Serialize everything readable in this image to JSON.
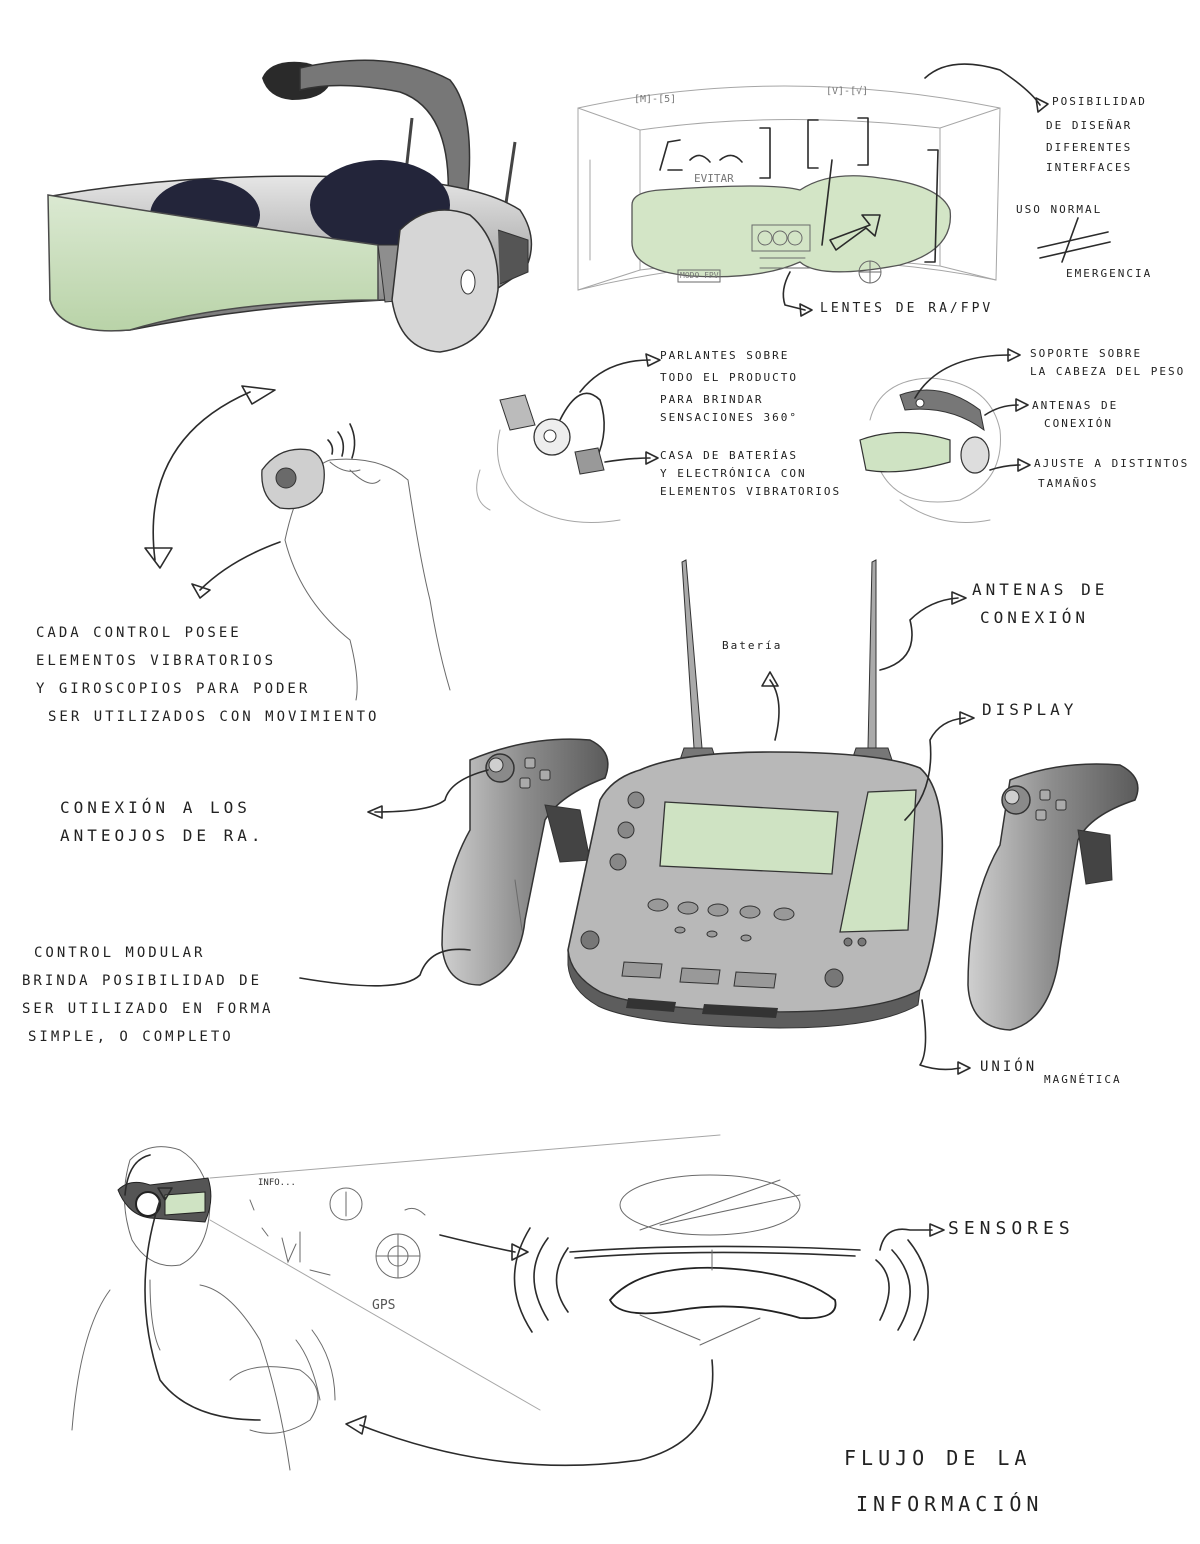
{
  "colors": {
    "ink": "#2b2b2b",
    "lens_green": "#cfe3c3",
    "shell_gray": "#9b9b9b",
    "dark_pad": "#24263a",
    "paper": "#ffffff"
  },
  "icons": [
    "vr-headset",
    "hud-interface",
    "handheld-controller",
    "base-station",
    "user-figure",
    "drone"
  ],
  "hud": {
    "top_left": "[M]-[5]",
    "top_right": "[V]-[√]",
    "evitar": "EVITAR",
    "mode": "MODO FPV"
  },
  "annotations": {
    "interfaces": [
      "Posibilidad",
      "de diseñar",
      "diferentes",
      "interfaces"
    ],
    "uso_normal": "Uso normal",
    "emergencia": "emergencia",
    "lentes": "Lentes de RA/FPV",
    "parlantes": [
      "Parlantes sobre",
      "todo el producto",
      "para brindar",
      "sensaciones 360°"
    ],
    "casa": [
      "Casa de baterías",
      "y electrónica con",
      "elementos vibratorios"
    ],
    "soporte": [
      "Soporte sobre",
      "la cabeza del peso"
    ],
    "antenas_head": [
      "Antenas de",
      "conexión"
    ],
    "ajuste": [
      "Ajuste a distintos",
      "tamaños"
    ],
    "cada_control": [
      "Cada control posee",
      "elementos vibratorios",
      "y giroscopios para poder",
      "ser utilizados con movimiento"
    ],
    "bateria": "Batería",
    "antenas_base": [
      "Antenas de",
      "conexión"
    ],
    "display": "Display",
    "conexion": [
      "Conexión a los",
      "anteojos de RA."
    ],
    "control_modular": [
      "Control modular",
      "brinda posibilidad de",
      "ser utilizado en forma",
      "simple, o completo"
    ],
    "union": [
      "Unión",
      "magnética"
    ],
    "sensores": "Sensores",
    "info": "INFO...",
    "gps": "GPS",
    "flujo": [
      "Flujo de la",
      "información"
    ]
  }
}
